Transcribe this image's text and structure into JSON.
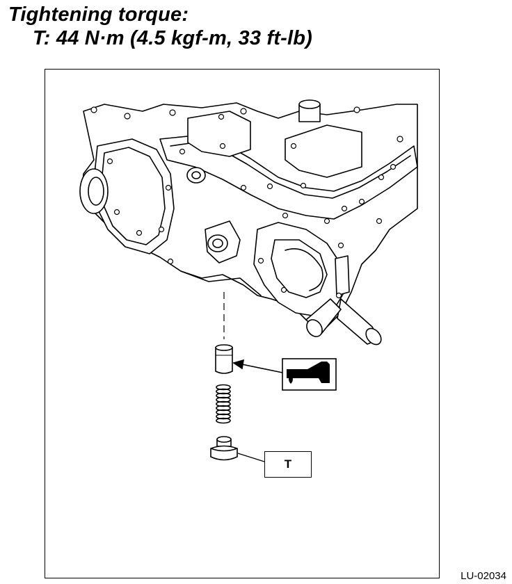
{
  "heading": {
    "line1": "Tightening torque:",
    "line2": "T: 44 N·m (4.5 kgf-m, 33 ft-lb)"
  },
  "callout": {
    "torque_label": "T"
  },
  "figure": {
    "code": "LU-02034"
  },
  "icons": {
    "oil_symbol": "oil-can-icon"
  }
}
